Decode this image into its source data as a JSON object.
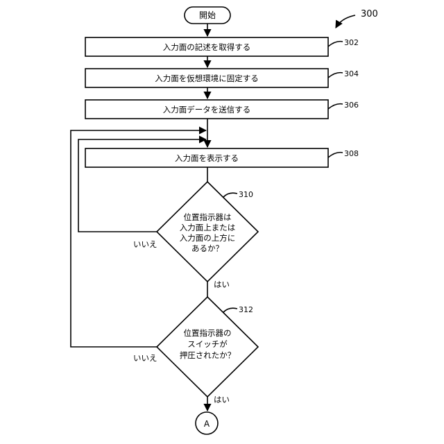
{
  "diagram": {
    "figure_ref": "300",
    "start": {
      "label": "開始"
    },
    "steps": [
      {
        "ref": "302",
        "label": "入力面の記述を取得する"
      },
      {
        "ref": "304",
        "label": "入力面を仮想環境に固定する"
      },
      {
        "ref": "306",
        "label": "入力面データを送信する"
      },
      {
        "ref": "308",
        "label": "入力面を表示する"
      }
    ],
    "decisions": [
      {
        "ref": "310",
        "lines": [
          "位置指示器は",
          "入力面上または",
          "入力面の上方に",
          "あるか？"
        ],
        "no_label": "いいえ",
        "yes_label": "はい"
      },
      {
        "ref": "312",
        "lines": [
          "位置指示器の",
          "スイッチが",
          "押圧されたか？"
        ],
        "no_label": "いいえ",
        "yes_label": "はい"
      }
    ],
    "connector": {
      "label": "A"
    }
  }
}
